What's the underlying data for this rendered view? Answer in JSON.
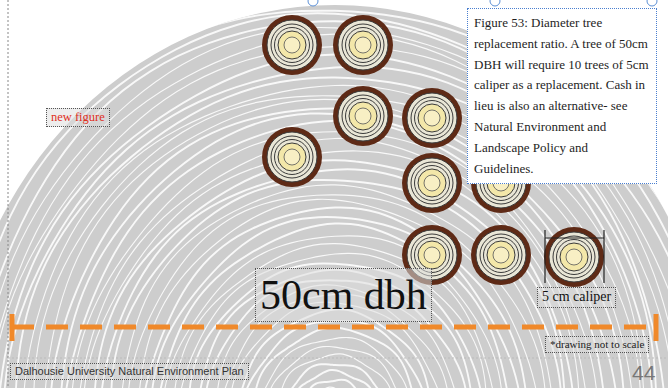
{
  "diagram": {
    "caption": "Figure 53: Diameter tree replacement ratio. A tree of 50cm DBH will require 10 trees of 5cm caliper as a replacement. Cash in lieu is also an alternative- see Natural Environment and Landscape Policy and Guidelines.",
    "labels": [
      "new figure",
      "50cm dbh",
      "5 cm caliper",
      "*drawing not to scale",
      "Dalhousie University Natural Environment Plan",
      "44"
    ]
  }
}
